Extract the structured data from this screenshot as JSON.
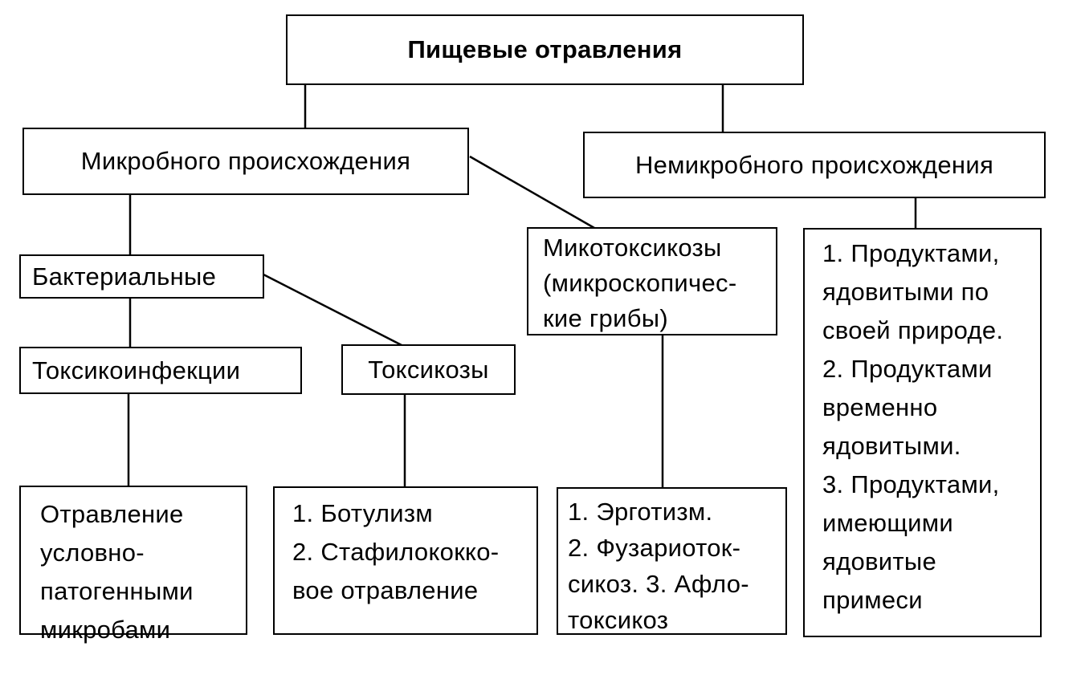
{
  "root": {
    "label": "Пищевые отравления"
  },
  "microbial": {
    "label": "Микробного происхождения"
  },
  "nonmicrobial": {
    "label": "Немикробного происхождения"
  },
  "bacterial": {
    "label": "Бактериальные"
  },
  "toxicoinfections": {
    "label": "Токсикоинфекции"
  },
  "toxicoses": {
    "label": "Токсикозы"
  },
  "mycotoxicoses": {
    "lines": [
      "Микотоксикозы",
      "(микроскопичес-",
      "кие грибы)"
    ]
  },
  "nonmicrobial_list": {
    "lines": [
      "1. Продуктами,",
      "ядовитыми по",
      "своей природе.",
      "2. Продуктами",
      "временно",
      "ядовитыми.",
      "3. Продуктами,",
      "имеющими",
      "ядовитые",
      "примеси"
    ]
  },
  "toxicoinfection_detail": {
    "lines": [
      "Отравление",
      "условно-",
      "патогенными",
      "микробами"
    ]
  },
  "toxicoses_detail": {
    "lines": [
      "1. Ботулизм",
      "2. Стафилококко-",
      "вое отравление"
    ]
  },
  "mycotoxicoses_detail": {
    "lines": [
      "1. Эрготизм.",
      "2. Фузариоток-",
      "сикоз. 3. Афло-",
      "токсикоз"
    ]
  }
}
